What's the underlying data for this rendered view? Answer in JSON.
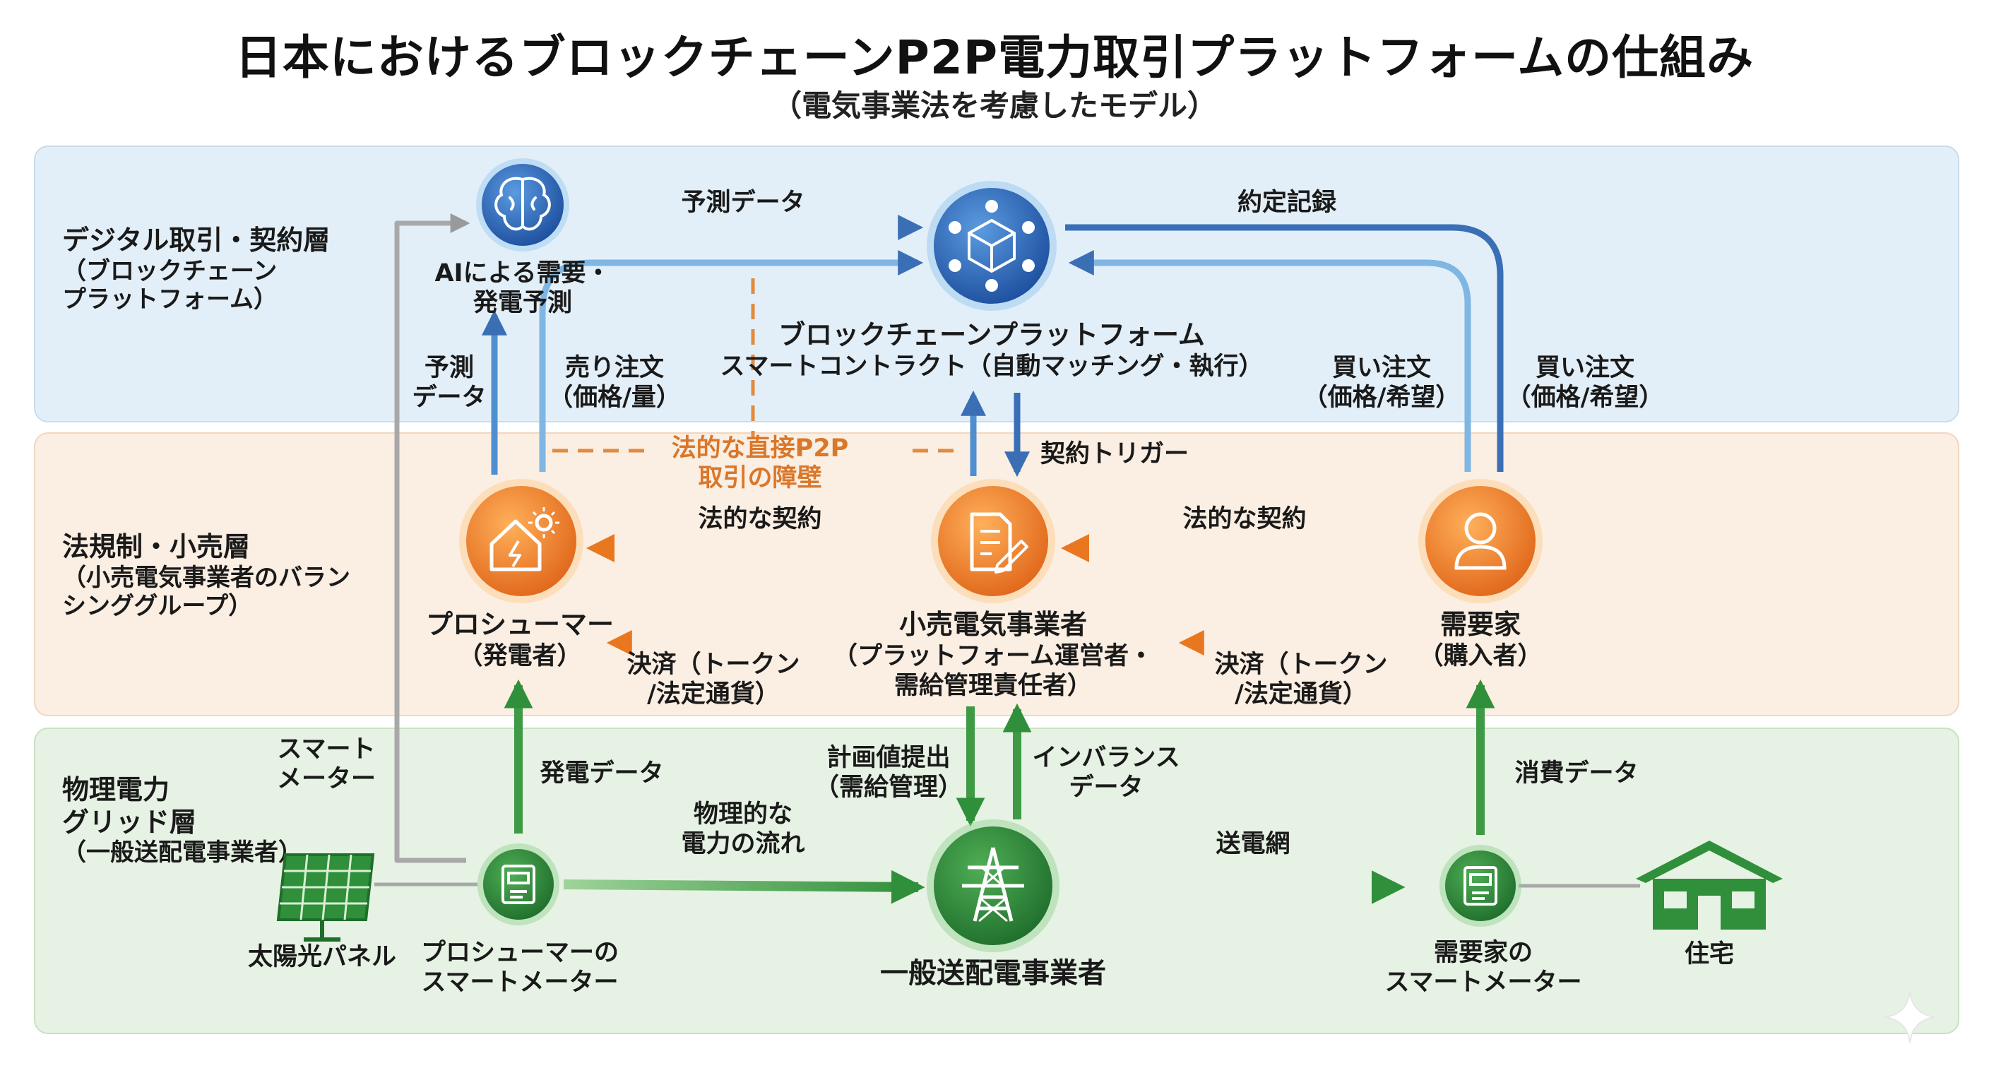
{
  "title": "日本におけるブロックチェーンP2P電力取引プラットフォームの仕組み",
  "subtitle": "（電気事業法を考慮したモデル）",
  "layers": {
    "digital": {
      "name": "デジタル取引・契約層",
      "sub": [
        "（ブロックチェーン",
        "プラットフォーム）"
      ]
    },
    "legal": {
      "name": "法規制・小売層",
      "sub": [
        "（小売電気事業者のバラン",
        "シンググループ）"
      ]
    },
    "grid": {
      "name": [
        "物理電力",
        "グリッド層"
      ],
      "sub": [
        "（一般送配電事業者）"
      ]
    }
  },
  "nodes": {
    "ai": [
      "AIによる需要・",
      "発電予測"
    ],
    "blockchain": [
      "ブロックチェーンプラットフォーム",
      "スマートコントラクト（自動マッチング・執行）"
    ],
    "prosumer": [
      "プロシューマー",
      "（発電者）"
    ],
    "retailer": [
      "小売電気事業者",
      "（プラットフォーム運営者・",
      "需給管理責任者）"
    ],
    "consumer": [
      "需要家",
      "（購入者）"
    ],
    "solar_panel": "太陽光パネル",
    "prosumer_meter": [
      "プロシューマーの",
      "スマートメーター"
    ],
    "tso": "一般送配電事業者",
    "consumer_meter": [
      "需要家の",
      "スマートメーター"
    ],
    "house": "住宅"
  },
  "edges": {
    "forecast_data_top": "予測データ",
    "contract_record": "約定記録",
    "forecast_data_side": [
      "予測",
      "データ"
    ],
    "sell_order": [
      "売り注文",
      "（価格/量）"
    ],
    "buy_order_1": [
      "買い注文",
      "（価格/希望）"
    ],
    "buy_order_2": [
      "買い注文",
      "（価格/希望）"
    ],
    "contract_trigger": "契約トリガー",
    "legal_barrier": [
      "法的な直接P2P",
      "取引の障壁"
    ],
    "legal_contract_left": "法的な契約",
    "legal_contract_right": "法的な契約",
    "settlement_left": [
      "決済（トークン",
      "/法定通貨）"
    ],
    "settlement_right": [
      "決済（トークン",
      "/法定通貨）"
    ],
    "smart_meter": [
      "スマート",
      "メーター"
    ],
    "generation_data": "発電データ",
    "plan_submission": [
      "計画値提出",
      "（需給管理）"
    ],
    "imbalance_data": [
      "インバランス",
      "データ"
    ],
    "physical_flow": [
      "物理的な",
      "電力の流れ"
    ],
    "transmission": "送電網",
    "consumption_data": "消費データ"
  },
  "icons": {
    "ai": "brain-icon",
    "blockchain": "network-cube-icon",
    "prosumer": "solar-house-icon",
    "retailer": "document-pen-icon",
    "consumer": "person-icon",
    "prosumer_meter": "smart-meter-icon",
    "tso": "transmission-tower-icon",
    "consumer_meter": "smart-meter-icon",
    "solar_panel": "solar-panel-icon",
    "house": "house-icon"
  },
  "colors": {
    "blue": "#3a6fb5",
    "orange": "#e8771f",
    "green": "#2f8f3a",
    "gray": "#9a9a9a"
  }
}
